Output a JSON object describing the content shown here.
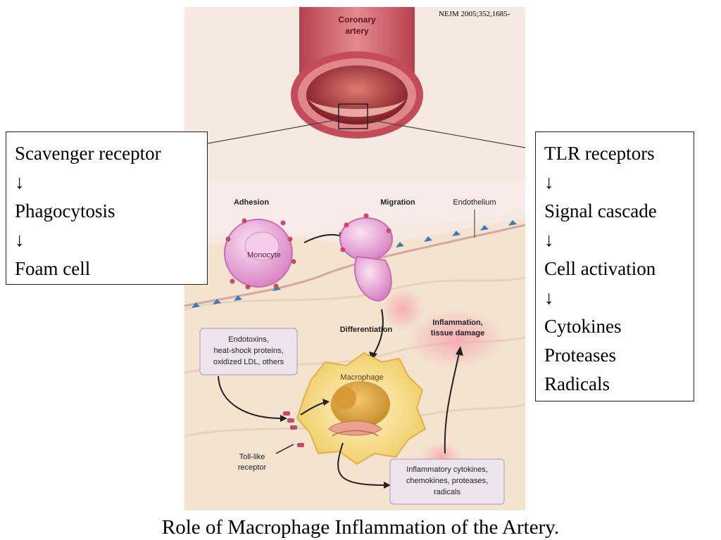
{
  "citation": "NEJM 2005;352,1685-",
  "caption": "Role of Macrophage Inflammation of the Artery.",
  "left_box": {
    "lines": [
      "Scavenger receptor",
      "↓",
      "Phagocytosis",
      "↓",
      "Foam cell"
    ]
  },
  "right_box": {
    "lines": [
      "TLR receptors",
      "↓",
      "Signal cascade",
      "↓",
      "Cell activation",
      "↓",
      "Cytokines",
      "Proteases",
      "Radicals"
    ]
  },
  "figure": {
    "artery_label": [
      "Coronary",
      "artery"
    ],
    "adhesion": "Adhesion",
    "migration": "Migration",
    "endothelium": "Endothelium",
    "monocyte": "Monocyte",
    "differentiation": "Differentiation",
    "inflammation": [
      "Inflammation,",
      "tissue damage"
    ],
    "triggers": [
      "Endotoxins,",
      "heat-shock proteins,",
      "oxidized LDL, others"
    ],
    "macrophage": "Macrophage",
    "toll_like": [
      "Toll-like",
      "receptor"
    ],
    "products": [
      "Inflammatory cytokines,",
      "chemokines, proteases,",
      "radicals"
    ]
  },
  "colors": {
    "panel_bg": "#f6e9e2",
    "tissue": "#f3e3cf",
    "artery_outer": "#c9525e",
    "artery_inner": "#8e1f2c",
    "monocyte": "#e9a6d6",
    "macrophage": "#f5d77a",
    "endothelium_marker": "#3a7bbf"
  }
}
